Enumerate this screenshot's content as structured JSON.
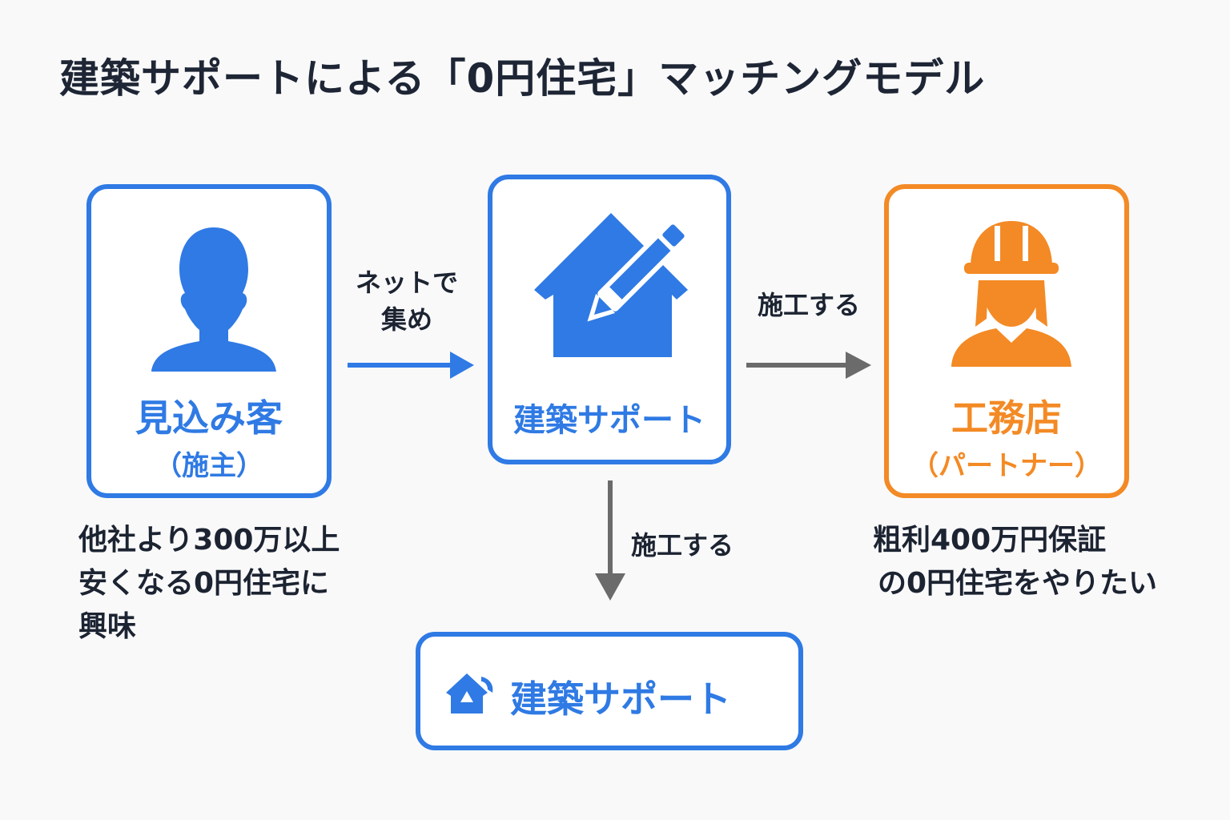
{
  "title": "建築サポートによる「0円住宅」マッチングモデル",
  "customer": {
    "label": "見込み客",
    "sublabel": "（施主）",
    "description": [
      "他社より300万以上",
      "安くなる0円住宅に",
      "興味"
    ]
  },
  "support": {
    "label": "建築サポート"
  },
  "builder": {
    "label": "工務店",
    "sublabel": "（パートナー）",
    "description": [
      "粗利400万円保証",
      "の0円住宅をやりたい"
    ]
  },
  "arrows": {
    "customer_to_support": [
      "ネットで",
      "集め"
    ],
    "support_to_builder": "施工する",
    "support_down": "施工する"
  },
  "support_bottom": {
    "label": "建築サポート"
  },
  "colors": {
    "blue": "#2f7ae4",
    "orange": "#f38a25",
    "gray_arrow": "#6b6b6b"
  },
  "icons": {
    "customer": "person-silhouette-icon",
    "support": "house-pencil-icon",
    "builder": "worker-helmet-icon",
    "support_bottom": "house-logo-icon"
  }
}
